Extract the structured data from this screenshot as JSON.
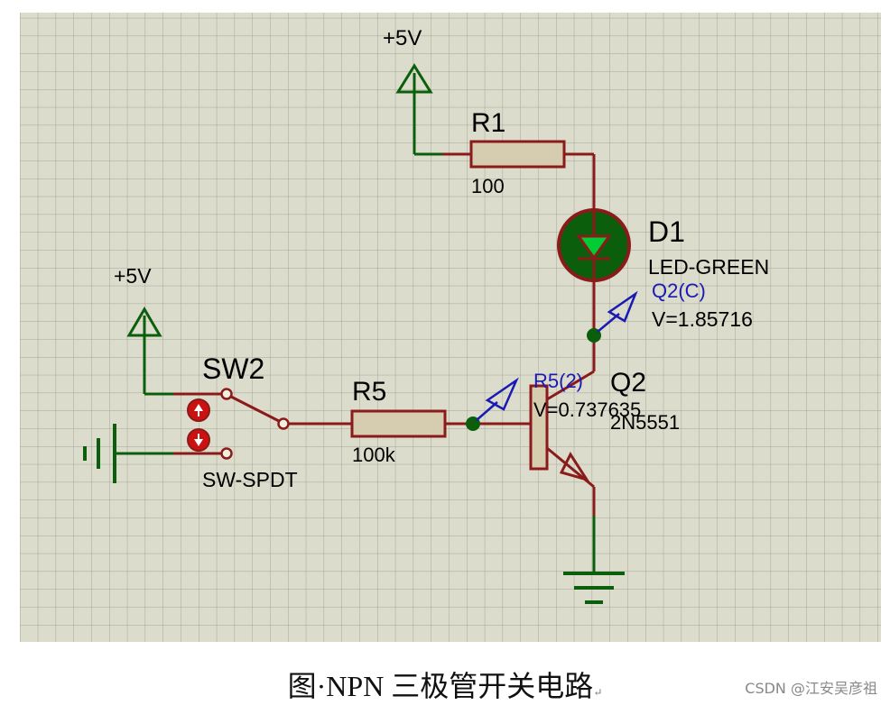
{
  "colors": {
    "grid_bg": "#dcdccc",
    "grid_line": "#a6a696",
    "wire_red": "#8b1a1a",
    "wire_green": "#0b5e0b",
    "probe_blue": "#1a1ab4",
    "resistor_fill": "#d6ccb0",
    "led_green": "#00cc33"
  },
  "supply_top": {
    "label": "+5V"
  },
  "supply_left": {
    "label": "+5V"
  },
  "r1": {
    "ref": "R1",
    "value": "100"
  },
  "d1": {
    "ref": "D1",
    "value": "LED-GREEN"
  },
  "probe_q2c": {
    "name": "Q2(C)",
    "reading": "V=1.85716"
  },
  "sw2": {
    "ref": "SW2",
    "type": "SW-SPDT"
  },
  "r5": {
    "ref": "R5",
    "value": "100k"
  },
  "probe_r5": {
    "name": "R5(2)",
    "reading": "V=0.737635"
  },
  "q2": {
    "ref": "Q2",
    "value": "2N5551"
  },
  "caption": {
    "text": "图·NPN 三极管开关电路"
  },
  "watermark": {
    "text": "CSDN @江安吴彦祖"
  },
  "icons": [
    "power-arrow-icon",
    "ground-icon",
    "battery-ground-icon",
    "probe-arrow-icon",
    "switch-button-up-icon",
    "switch-button-down-icon",
    "paragraph-mark-icon"
  ]
}
